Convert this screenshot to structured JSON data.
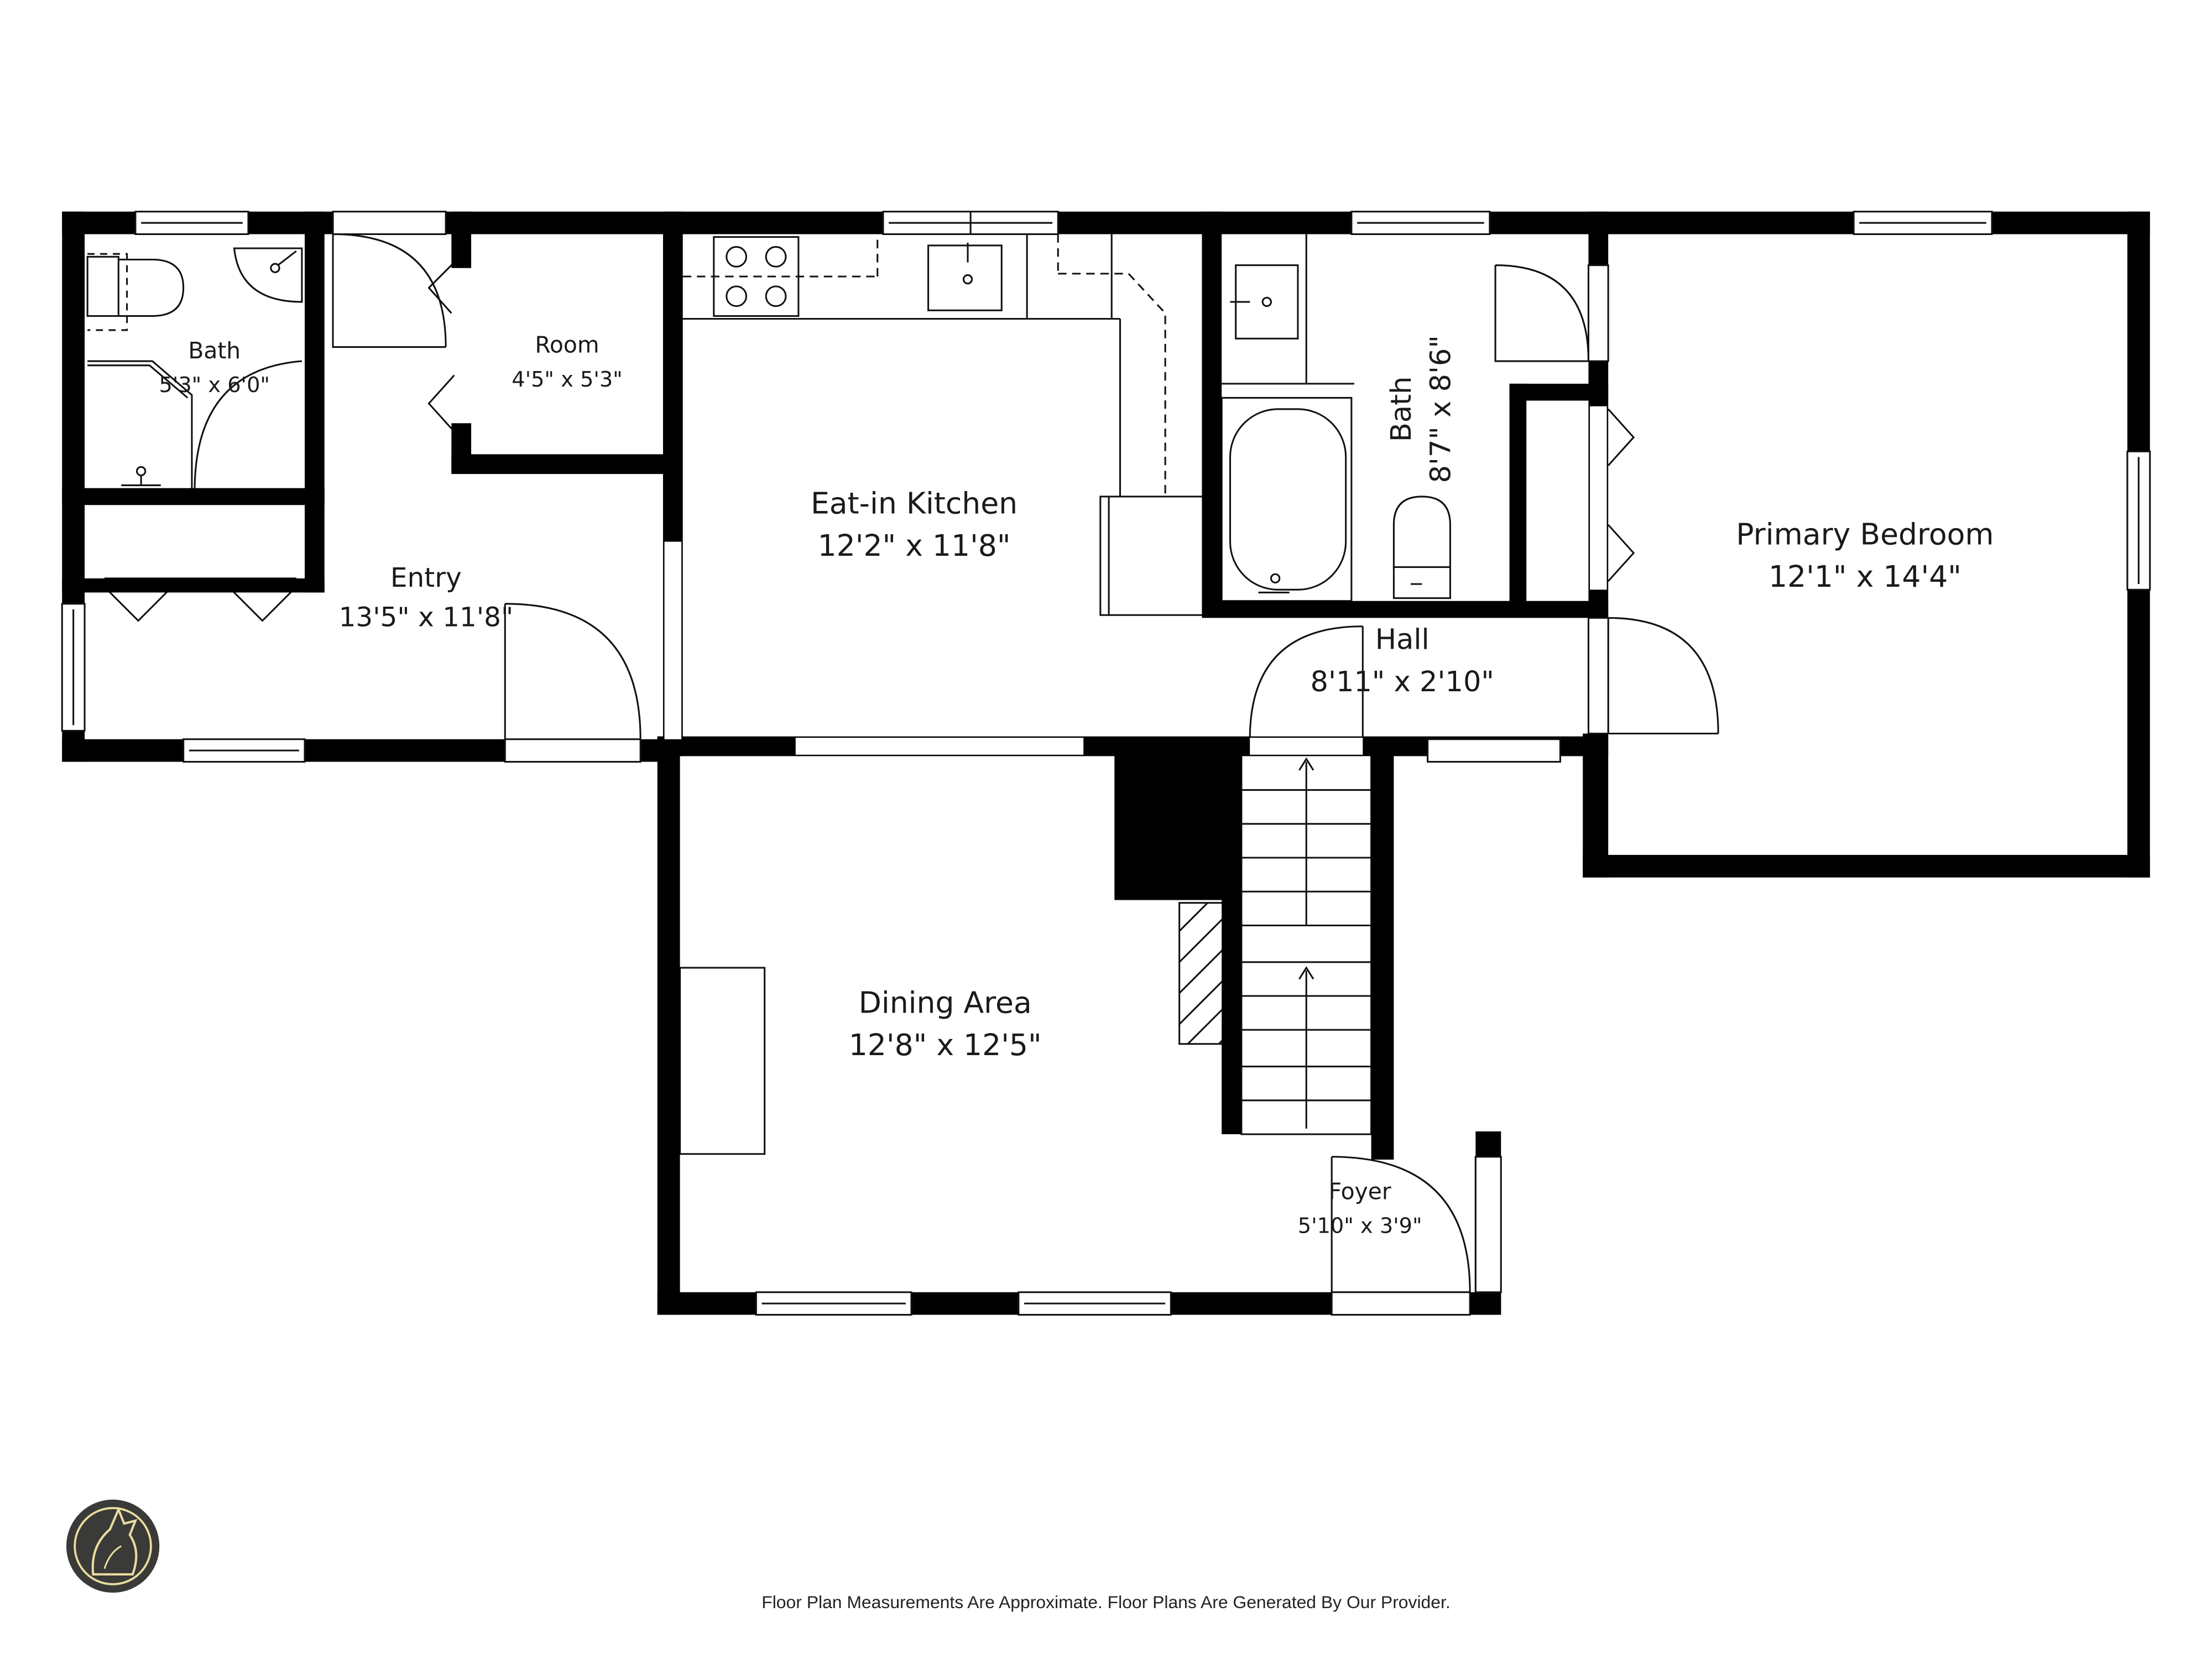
{
  "colors": {
    "wall": "#000000",
    "line": "#111111",
    "background": "#ffffff",
    "logo_bg": "#3a3a38",
    "logo_accent": "#e8dca0"
  },
  "rooms": [
    {
      "name": "Bath",
      "dimensions": "5'3\" x 6'0\""
    },
    {
      "name": "Room",
      "dimensions": "4'5\" x 5'3\""
    },
    {
      "name": "Entry",
      "dimensions": "13'5\" x 11'8\""
    },
    {
      "name": "Eat-in Kitchen",
      "dimensions": "12'2\" x 11'8\""
    },
    {
      "name": "Bath",
      "dimensions": "8'7\" x 8'6\""
    },
    {
      "name": "Primary Bedroom",
      "dimensions": "12'1\" x 14'4\""
    },
    {
      "name": "Hall",
      "dimensions": "8'11\" x 2'10\""
    },
    {
      "name": "Dining Area",
      "dimensions": "12'8\" x 12'5\""
    },
    {
      "name": "Foyer",
      "dimensions": "5'10\" x 3'9\""
    }
  ],
  "logo": {
    "icon": "wolf-howling-logo-icon"
  },
  "footer": {
    "disclaimer": "Floor Plan Measurements Are Approximate. Floor Plans Are Generated By Our Provider."
  }
}
